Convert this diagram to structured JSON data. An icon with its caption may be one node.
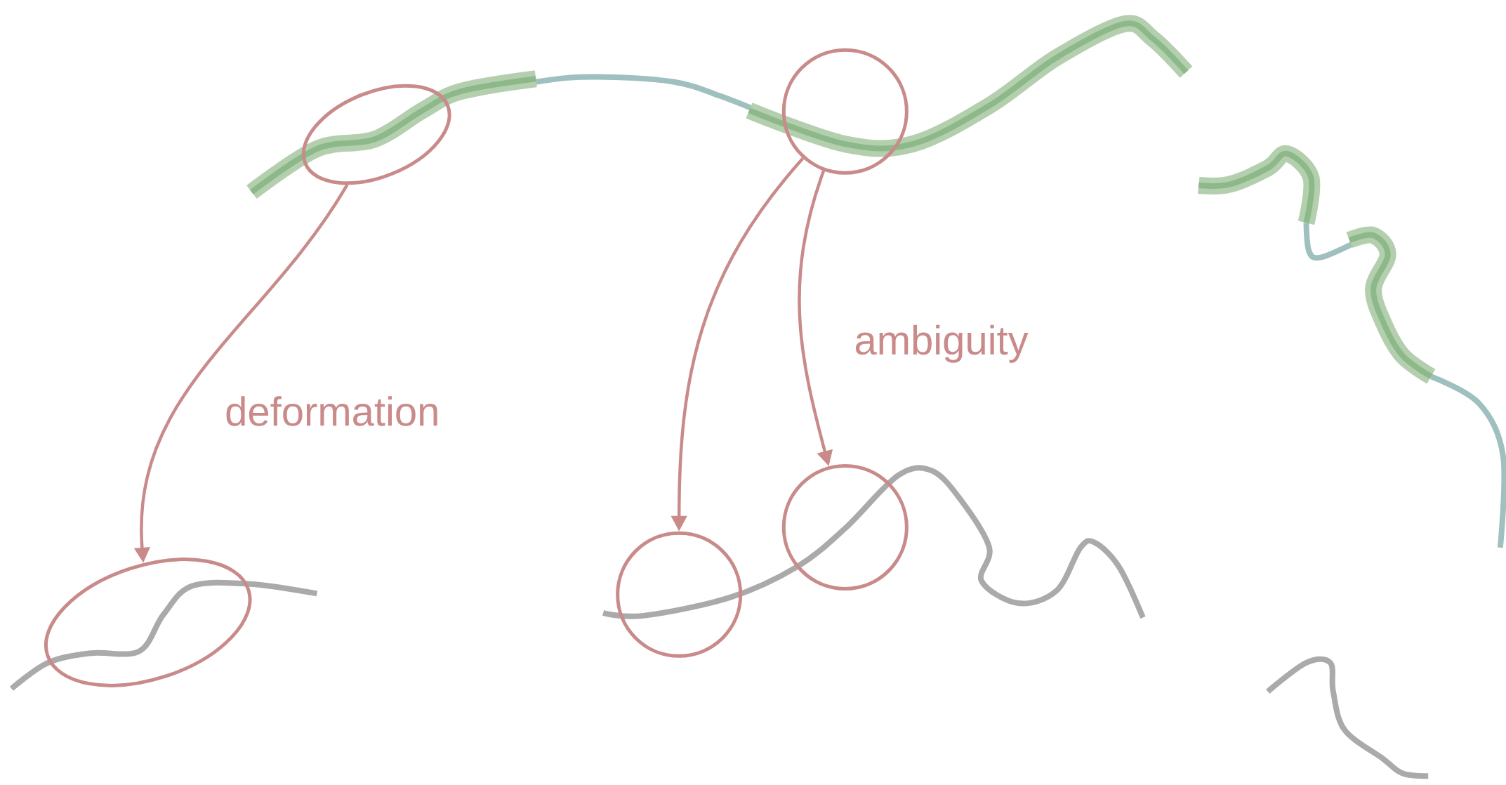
{
  "diagram": {
    "nodes": [
      {
        "text": [],
        "shape": "ellipse"
      },
      {
        "text": [],
        "shape": "circle"
      },
      {
        "text": [],
        "shape": "ellipse"
      },
      {
        "text": [],
        "shape": "circle"
      },
      {
        "text": [],
        "shape": "circle"
      }
    ],
    "edges": [
      {
        "from": 0,
        "to": 2,
        "arrow": "to"
      },
      {
        "from": 1,
        "to": 3,
        "arrow": "to"
      },
      {
        "from": 1,
        "to": 4,
        "arrow": "to"
      }
    ],
    "labels": [
      "ambiguity",
      "deformation"
    ]
  }
}
